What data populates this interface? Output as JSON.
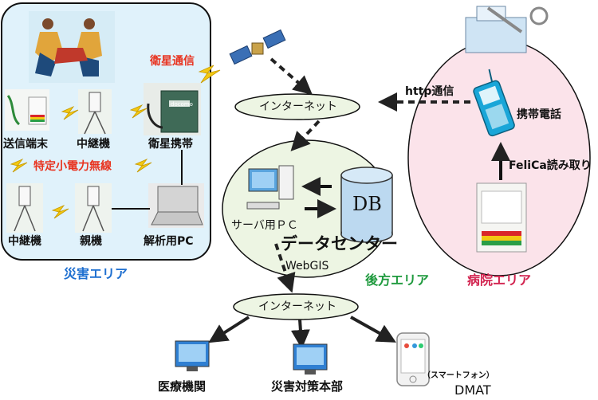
{
  "disaster_area": {
    "label": "災害エリア",
    "devices": {
      "sender": "送信端末",
      "relay_top": "中継機",
      "sat_phone": "衛星携帯",
      "relay_bottom": "中継機",
      "parent": "親機",
      "analysis_pc": "解析用PC"
    },
    "satellite_comm": "衛星通信",
    "low_power_radio": "特定小電力無線",
    "equipment_brand": "docomo"
  },
  "rear_area": {
    "label": "後方エリア",
    "internet_top": "インターネット",
    "server_pc": "サーバ用ＰＣ",
    "db": "DB",
    "datacenter": "データセンター",
    "webgis": "WebGIS"
  },
  "hospital_area": {
    "label": "病院エリア",
    "http": "http通信",
    "mobile_phone": "携帯電話",
    "felica": "FeliCa読み取り"
  },
  "bottom": {
    "internet": "インターネット",
    "medical": "医療機関",
    "hq": "災害対策本部",
    "smartphone_note": "（スマートフォン）",
    "dmat": "DMAT"
  },
  "colors": {
    "disaster_bg": "#e0f2fb",
    "rear_bg": "#edf5e3",
    "hospital_bg": "#fbe3ea",
    "label_red": "#e8321e",
    "label_blue": "#1e6fd0",
    "label_green": "#1f9a3e",
    "label_magenta": "#d2234f"
  }
}
